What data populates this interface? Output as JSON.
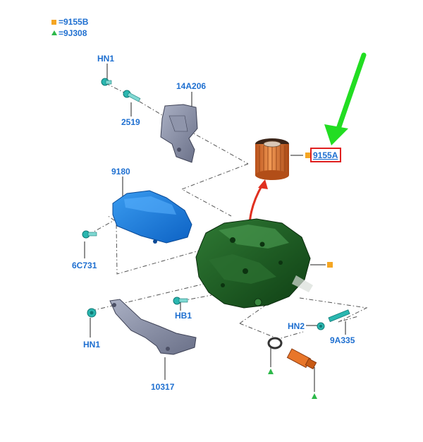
{
  "legend": {
    "square_ref": "=9155B",
    "triangle_ref": "=9J308"
  },
  "colors": {
    "label_blue": "#1e6fd0",
    "legend_square": "#f5a623",
    "legend_triangle": "#2db84a",
    "highlight_box": "#e02020",
    "green_arrow": "#22dd22",
    "red_arrow": "#e03020"
  },
  "callouts": {
    "hn1_top": "HN1",
    "bolt_2519": "2519",
    "bracket_14a206": "14A206",
    "cover_9180": "9180",
    "bolt_6c731": "6C731",
    "filter_9155a": "9155A",
    "hb1": "HB1",
    "hn1_bottom": "HN1",
    "bracket_10317": "10317",
    "hn2": "HN2",
    "sensor_9a335": "9A335"
  }
}
